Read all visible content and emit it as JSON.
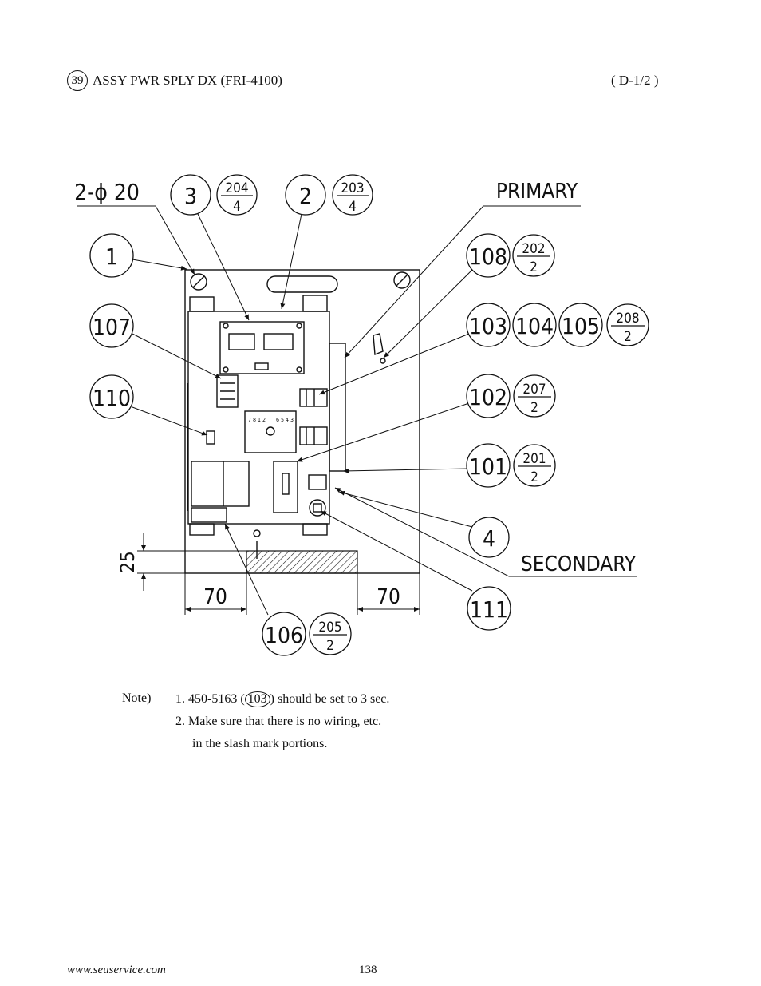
{
  "header": {
    "number": "39",
    "title": "ASSY PWR SPLY DX (FRI-4100)",
    "sheet": "( D-1/2 )"
  },
  "diagram": {
    "hole_label": "2-ϕ 20",
    "primary_label": "PRIMARY",
    "secondary_label": "SECONDARY",
    "dim_vertical": "25",
    "dim_left": "70",
    "dim_right": "70",
    "callouts": {
      "c1": "1",
      "c2": "2",
      "c3": "3",
      "c4": "4",
      "c101": "101",
      "c102": "102",
      "c103": "103",
      "c104": "104",
      "c105": "105",
      "c106": "106",
      "c107": "107",
      "c108": "108",
      "c110": "110",
      "c111": "111"
    },
    "fractions": {
      "f204": {
        "num": "204",
        "den": "4"
      },
      "f203": {
        "num": "203",
        "den": "4"
      },
      "f202": {
        "num": "202",
        "den": "2"
      },
      "f208": {
        "num": "208",
        "den": "2"
      },
      "f207": {
        "num": "207",
        "den": "2"
      },
      "f201": {
        "num": "201",
        "den": "2"
      },
      "f205": {
        "num": "205",
        "den": "2"
      }
    },
    "relay_labels": {
      "left": "7 8 1 2",
      "right": "6 5 4 3"
    }
  },
  "notes": {
    "label": "Note)",
    "n1_prefix": "1.  450-5163 (",
    "n1_ref": "103",
    "n1_suffix": ") should be set to 3 sec.",
    "n2_line1": "2.  Make sure that there is no wiring, etc.",
    "n2_line2": "in the slash mark portions."
  },
  "footer": {
    "url": "www.seuservice.com",
    "page": "138"
  }
}
